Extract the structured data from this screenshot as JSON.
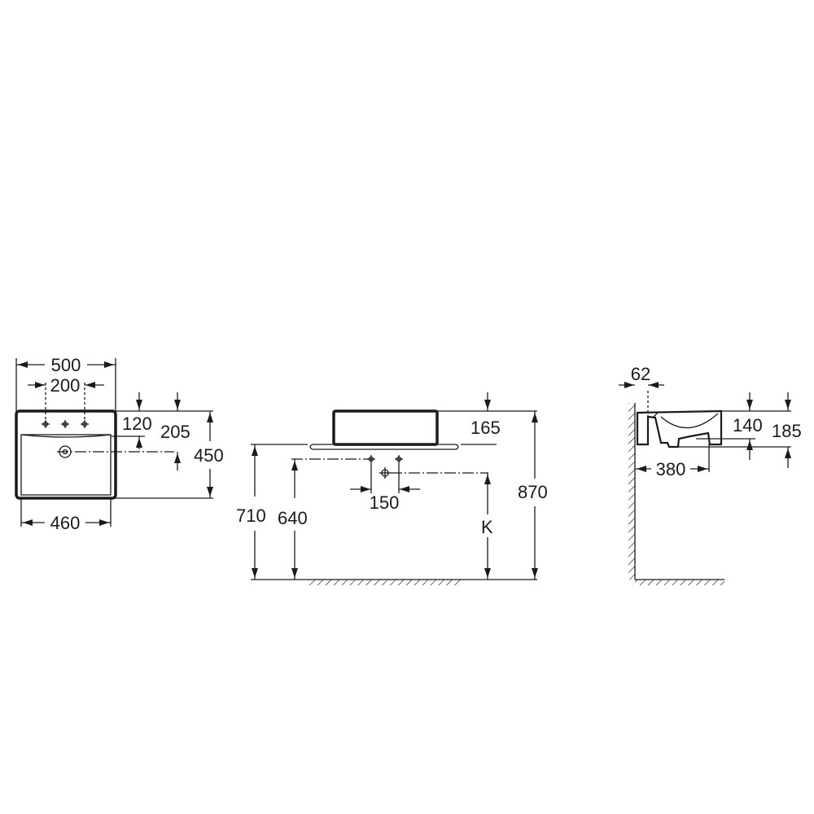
{
  "dimensions": {
    "top_view": {
      "overall_width": "500",
      "tap_hole_spacing": "200",
      "bowl_width": "460",
      "tap_holes_from_back": "120",
      "waste_from_back": "205",
      "overall_depth": "450"
    },
    "front_view": {
      "bowl_height": "165",
      "waste_spacing": "150",
      "counter_height": "710",
      "waste_height": "640",
      "rim_height": "870",
      "variable_height": "K"
    },
    "side_view": {
      "wall_gap": "62",
      "bowl_inner_depth": "140",
      "overall_height": "185",
      "projection": "380"
    }
  }
}
